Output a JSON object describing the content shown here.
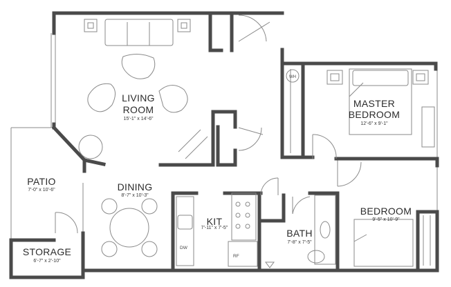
{
  "rooms": {
    "living": {
      "name_line1": "LIVING",
      "name_line2": "ROOM",
      "dims": "15'-1\" x 14'-6\""
    },
    "master": {
      "name_line1": "MASTER",
      "name_line2": "BEDROOM",
      "dims": "12'-6\" x 9'-1\""
    },
    "patio": {
      "name": "PATIO",
      "dims": "7'-0\" x 10'-6\""
    },
    "dining": {
      "name": "DINING",
      "dims": "8'-7\" x 10'-3\""
    },
    "kit": {
      "name": "KIT",
      "dims": "7'-11\" x  7'-5\""
    },
    "bedroom": {
      "name": "BEDROOM",
      "dims": "9'-5\" x 10'-9\""
    },
    "bath": {
      "name": "BATH",
      "dims": "7'-8\" x 7'-5\""
    },
    "storage": {
      "name": "STORAGE",
      "dims": "6'-7\" x 2'-10\""
    }
  },
  "fixtures": {
    "water_heater": "WH",
    "dishwasher": "DW",
    "refrigerator": "RF"
  },
  "colors": {
    "wall": "#4a4a4a",
    "line": "#8a8a8a",
    "background": "#ffffff"
  }
}
